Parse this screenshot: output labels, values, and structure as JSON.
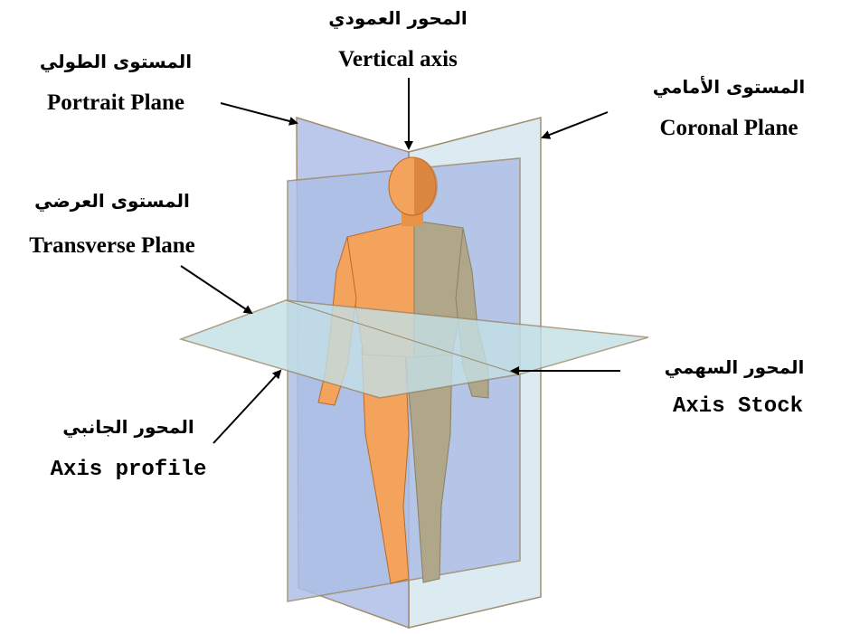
{
  "labels": {
    "vertical_axis": {
      "arabic": "المحور العمودي",
      "english": "Vertical axis"
    },
    "portrait_plane": {
      "arabic": "المستوى الطولي",
      "english": "Portrait Plane"
    },
    "coronal_plane": {
      "arabic": "المستوى الأمامي",
      "english": "Coronal Plane"
    },
    "transverse_plane": {
      "arabic": "المستوى العرضي",
      "english": "Transverse Plane"
    },
    "axis_stock": {
      "arabic": "المحور السهمي",
      "english": "Axis Stock"
    },
    "axis_profile": {
      "arabic": "المحور الجانبي",
      "english": "Axis profile"
    }
  },
  "colors": {
    "coronal_plane_fill": "#dbe9f2",
    "portrait_plane_fill": "#aebfe6",
    "transverse_plane_fill": "#c3e0e6",
    "plane_edge": "#9a8a6a",
    "skin": "#f4a35c",
    "skin_shadow": "#c9752e",
    "skin_grey": "#b0a68a",
    "arrow": "#000000"
  }
}
